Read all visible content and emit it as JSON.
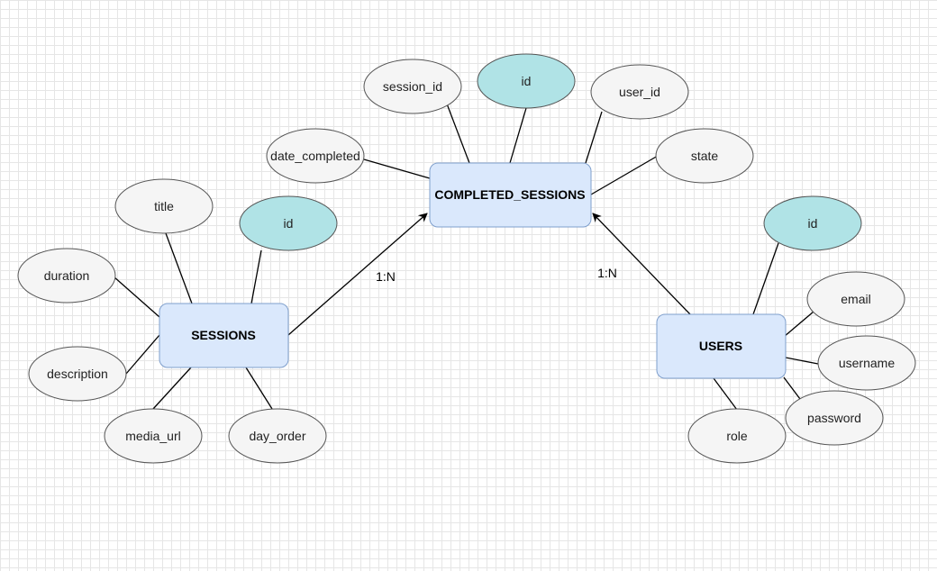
{
  "colors": {
    "entity_fill": "#dae8fc",
    "entity_stroke": "#7f9fcc",
    "attribute_fill": "#f5f5f5",
    "key_attribute_fill": "#b0e3e6",
    "edge": "#000000"
  },
  "entities": {
    "completed_sessions": "COMPLETED_SESSIONS",
    "sessions": "SESSIONS",
    "users": "USERS"
  },
  "attributes": {
    "cs_session_id": "session_id",
    "cs_id": "id",
    "cs_user_id": "user_id",
    "cs_date_completed": "date_completed",
    "cs_state": "state",
    "s_title": "title",
    "s_id": "id",
    "s_duration": "duration",
    "s_description": "description",
    "s_media_url": "media_url",
    "s_day_order": "day_order",
    "u_id": "id",
    "u_email": "email",
    "u_username": "username",
    "u_password": "password",
    "u_role": "role"
  },
  "relationships": [
    {
      "from": "SESSIONS",
      "to": "COMPLETED_SESSIONS",
      "cardinality": "1:N"
    },
    {
      "from": "USERS",
      "to": "COMPLETED_SESSIONS",
      "cardinality": "1:N"
    }
  ],
  "cardinality_labels": {
    "sessions_completed": "1:N",
    "users_completed": "1:N"
  }
}
